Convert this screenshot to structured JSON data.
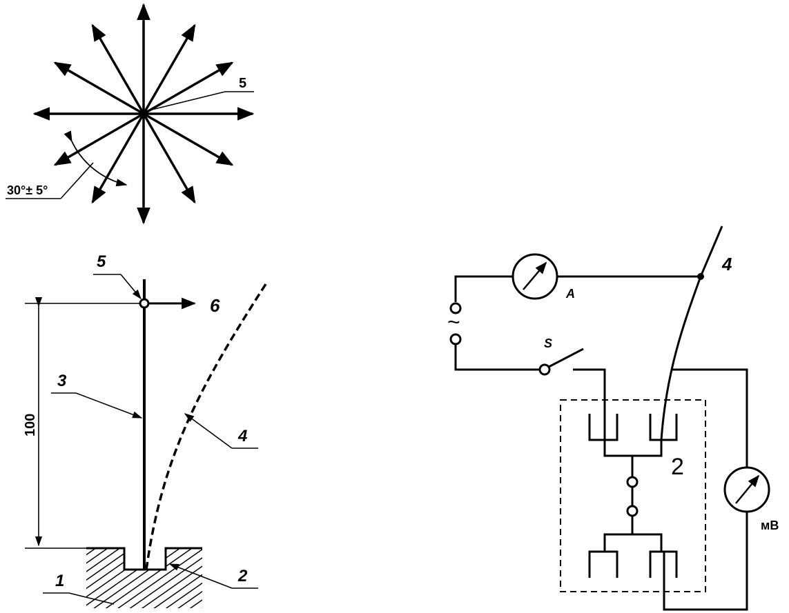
{
  "star": {
    "label_5": "5",
    "angle_label": "30°± 5°"
  },
  "test_setup": {
    "label_1": "1",
    "label_2": "2",
    "label_3": "3",
    "label_4": "4",
    "label_5": "5",
    "label_6": "6",
    "dimension": "100"
  },
  "circuit": {
    "label_4": "4",
    "label_2": "2",
    "ammeter_label": "A",
    "switch_label": "S",
    "millivoltmeter_label": "мВ",
    "ac_symbol": "~"
  },
  "colors": {
    "ink": "#000000",
    "background": "#ffffff"
  }
}
